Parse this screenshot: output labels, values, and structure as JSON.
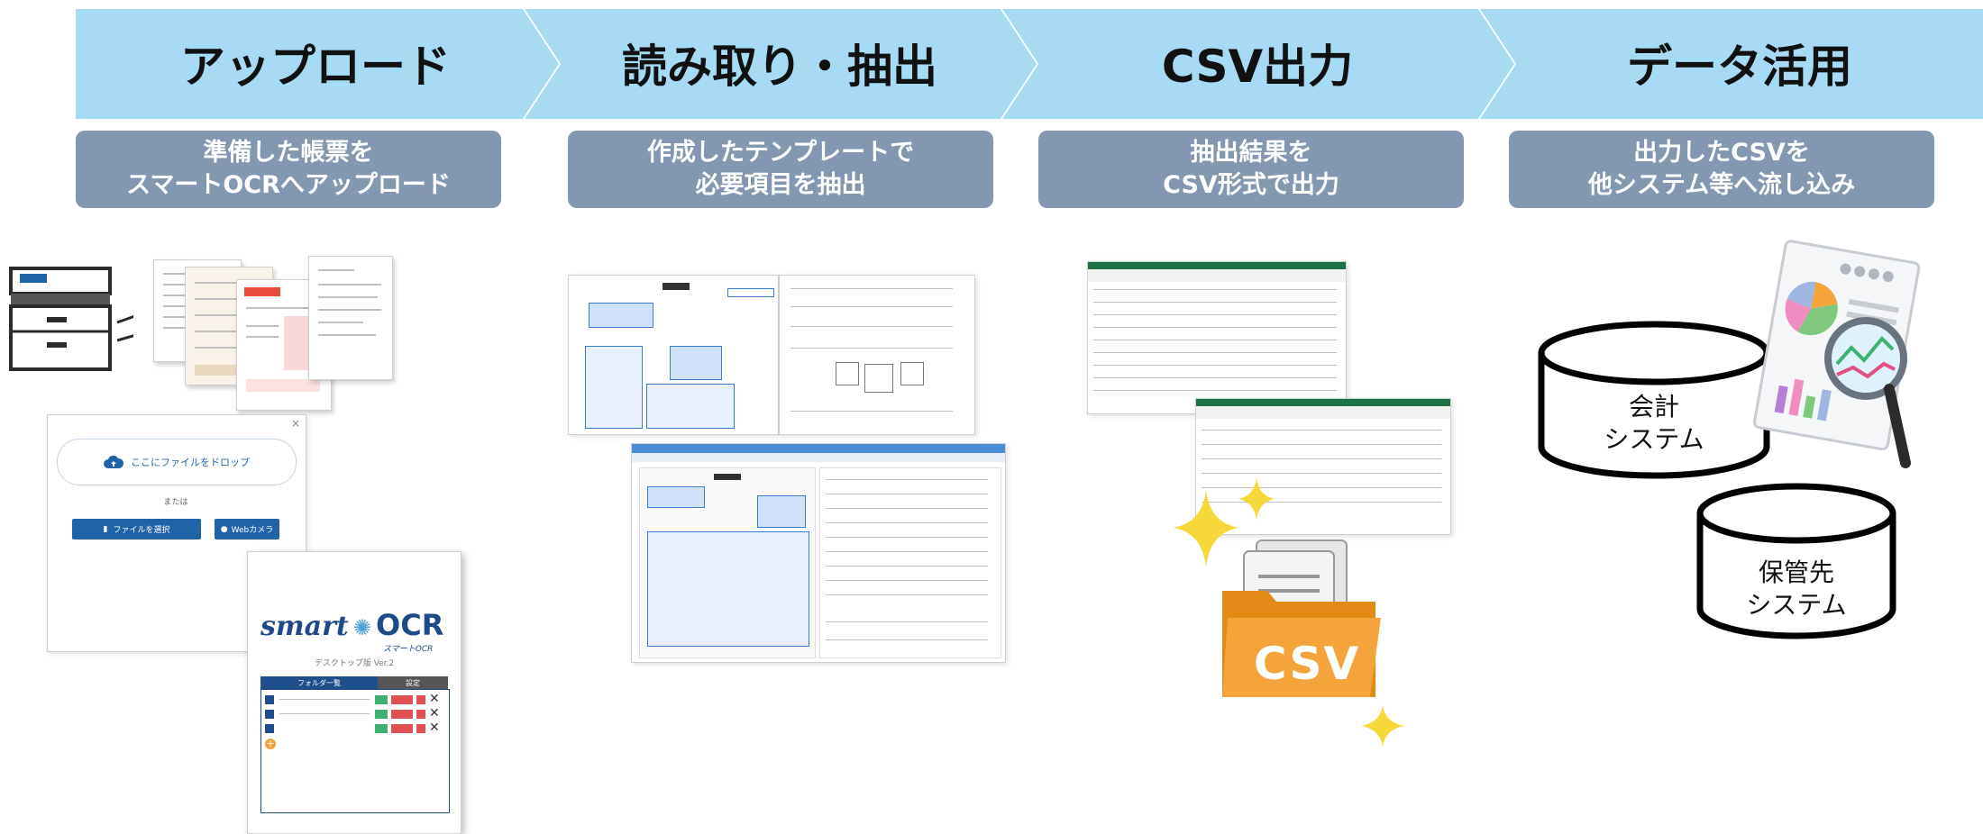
{
  "steps": [
    {
      "title": "アップロード",
      "description": "準備した帳票を\nスマートOCRへアップロード"
    },
    {
      "title": "読み取り・抽出",
      "description": "作成したテンプレートで\n必要項目を抽出"
    },
    {
      "title": "CSV出力",
      "description": "抽出結果を\nCSV形式で出力"
    },
    {
      "title": "データ活用",
      "description": "出力したCSVを\n他システム等へ流し込み"
    }
  ],
  "upload": {
    "drop_label": "ここにファイルをドロップ",
    "or_label": "または",
    "select_file_label": "ファイルを選択",
    "webcam_label": "Webカメラ",
    "app_logo_text": "smart",
    "app_logo_ocr": "OCR",
    "app_logo_sub": "スマートOCR",
    "app_version": "デスクトップ版 Ver.2",
    "folder_tab": "フォルダ一覧",
    "settings_tab": "設定"
  },
  "csv": {
    "folder_label": "CSV"
  },
  "systems": [
    {
      "label": "会計\nシステム"
    },
    {
      "label": "保管先\nシステム"
    }
  ],
  "colors": {
    "chevron": "#a6dbf3",
    "description_box": "#8497b0",
    "accent_blue": "#2064a8",
    "csv_folder": "#f5a43c",
    "excel_green": "#1e7145",
    "sparkle": "#f7d83a"
  }
}
